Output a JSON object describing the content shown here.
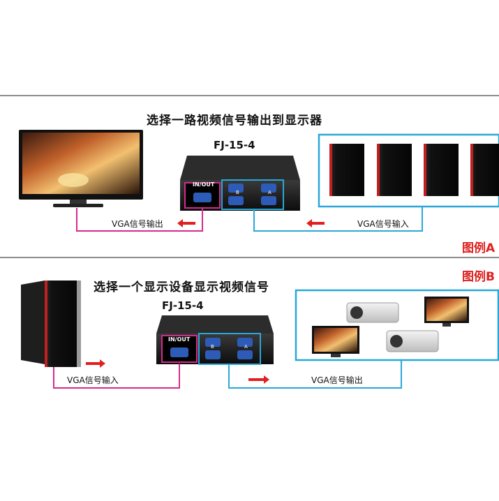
{
  "panel_a": {
    "title": "选择一路视频信号输出到显示器",
    "model": "FJ-15-4",
    "port_in_out": "IN/OUT",
    "port_b": "B",
    "port_a": "A",
    "output_label": "VGA信号输出",
    "input_label": "VGA信号输入",
    "legend": "图例A"
  },
  "panel_b": {
    "title": "选择一个显示设备显示视频信号",
    "model": "FJ-15-4",
    "port_in_out": "IN/OUT",
    "port_b": "B",
    "port_a": "A",
    "input_label": "VGA信号输入",
    "output_label": "VGA信号输出",
    "legend": "图例B"
  },
  "colors": {
    "magenta_line": "#d62a8e",
    "cyan_line": "#29a8d8",
    "arrow_red": "#e02020",
    "legend_red": "#e02020",
    "divider": "#8c8c8c"
  }
}
